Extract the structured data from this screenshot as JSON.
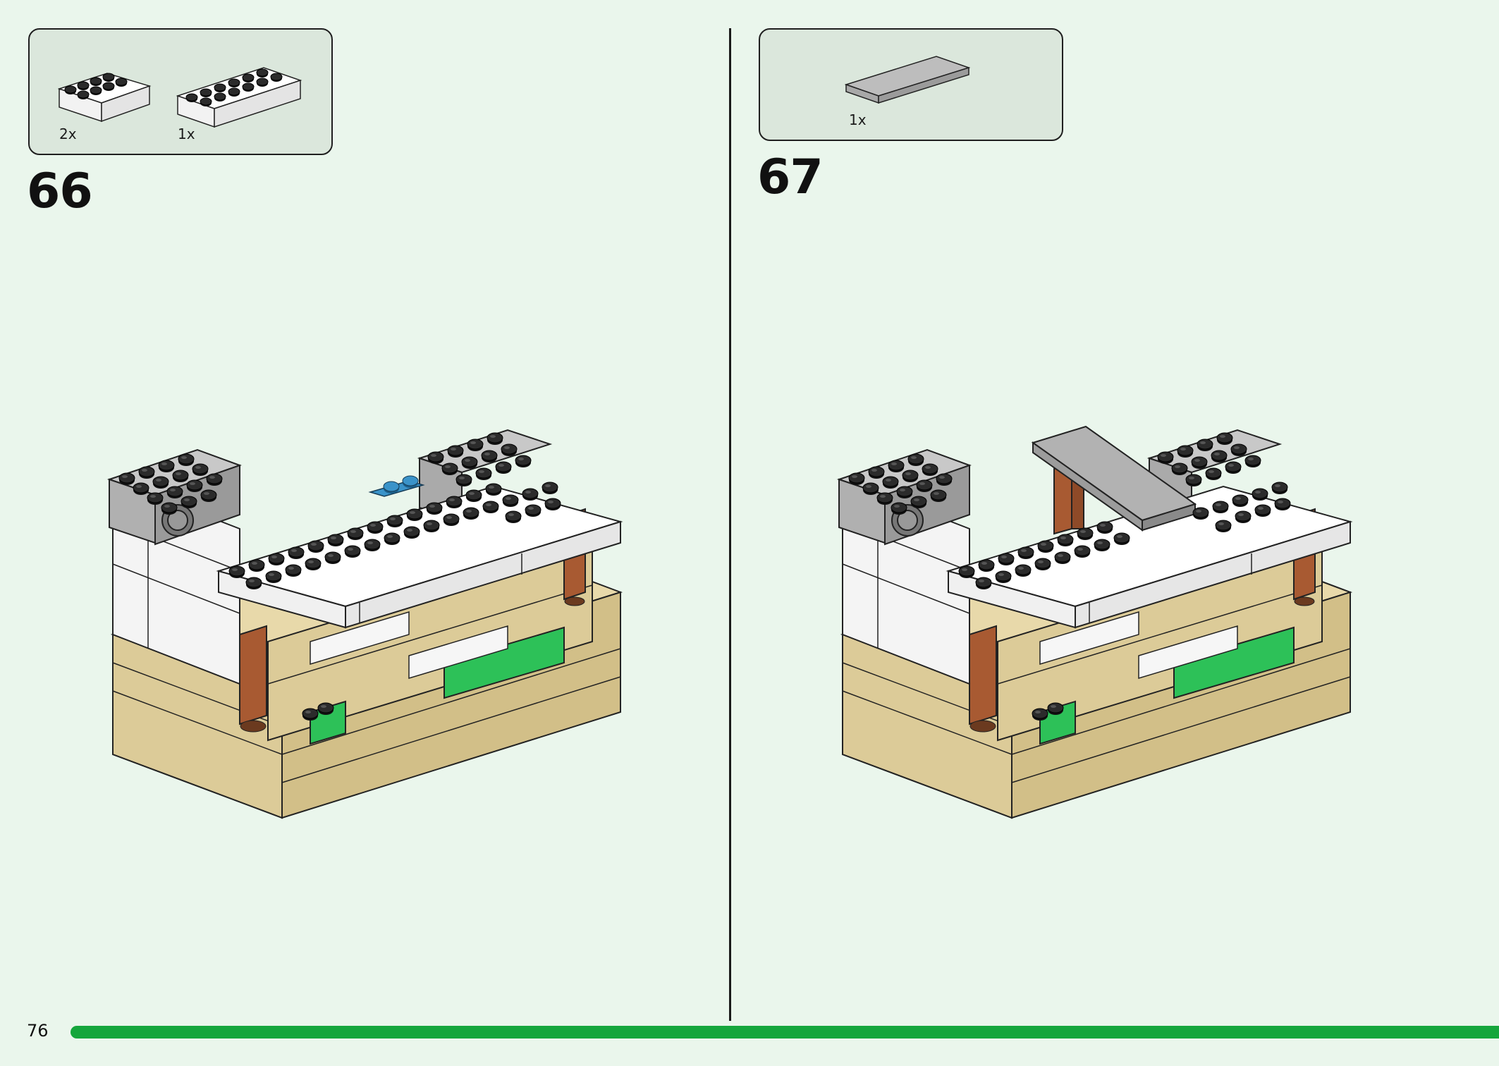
{
  "page": {
    "number": "76"
  },
  "colors": {
    "background": "#eaf6ec",
    "accent_green": "#15a63c",
    "parts_box": "#dbe7dc",
    "brick_white": "#ffffff",
    "brick_gray": "#a8a8a8",
    "brick_tan": "#dccb98",
    "brick_brown": "#a85a32",
    "brick_green": "#2dc158",
    "brick_blue": "#3a93c9"
  },
  "steps": [
    {
      "number": "66",
      "parts": [
        {
          "name": "white-brick-2x4",
          "quantity": "2x",
          "icon": "brick-2x4-icon"
        },
        {
          "name": "white-brick-2x6",
          "quantity": "1x",
          "icon": "brick-2x6-icon"
        }
      ]
    },
    {
      "number": "67",
      "parts": [
        {
          "name": "gray-tile-2x6",
          "quantity": "1x",
          "icon": "tile-2x6-icon"
        }
      ]
    }
  ]
}
